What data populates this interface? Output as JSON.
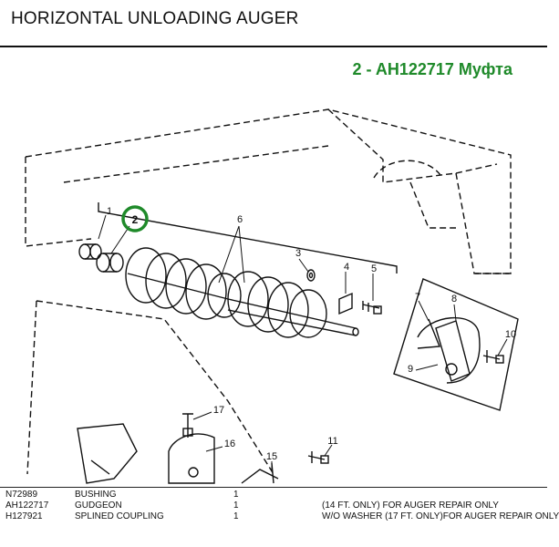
{
  "header": {
    "title": "HORIZONTAL UNLOADING AUGER"
  },
  "highlight": {
    "text": "2 - AH122717 Муфта",
    "color": "#1f8a2a"
  },
  "callouts": [
    "1",
    "2",
    "3",
    "4",
    "5",
    "6",
    "7",
    "8",
    "9",
    "10",
    "11",
    "15",
    "16",
    "17"
  ],
  "parts_table": {
    "rows": [
      {
        "part": "N72989",
        "description": "BUSHING",
        "qty": "1",
        "note": ""
      },
      {
        "part": "AH122717",
        "description": "GUDGEON",
        "qty": "1",
        "note": "(14 FT. ONLY) FOR AUGER REPAIR ONLY"
      },
      {
        "part": "H127921",
        "description": "SPLINED COUPLING",
        "qty": "1",
        "note": "W/O WASHER (17 FT. ONLY)FOR AUGER REPAIR ONLY"
      }
    ]
  }
}
